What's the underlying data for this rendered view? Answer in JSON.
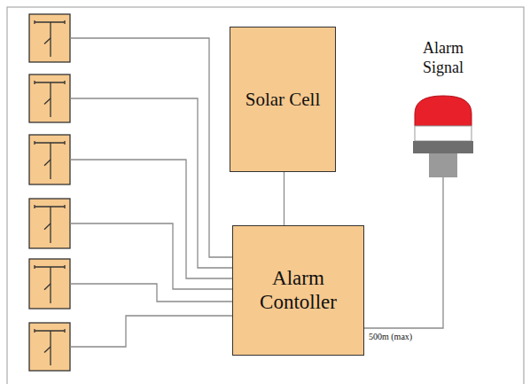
{
  "diagram": {
    "nodes": [
      {
        "text": [
          "Solar Cell"
        ]
      },
      {
        "text": [
          "Alarm Contoller"
        ]
      }
    ],
    "edges": [
      {
        "from": 0,
        "to": 1,
        "arrow": "none"
      }
    ],
    "labels": [
      "Alarm Signal",
      "500m (max)"
    ]
  }
}
